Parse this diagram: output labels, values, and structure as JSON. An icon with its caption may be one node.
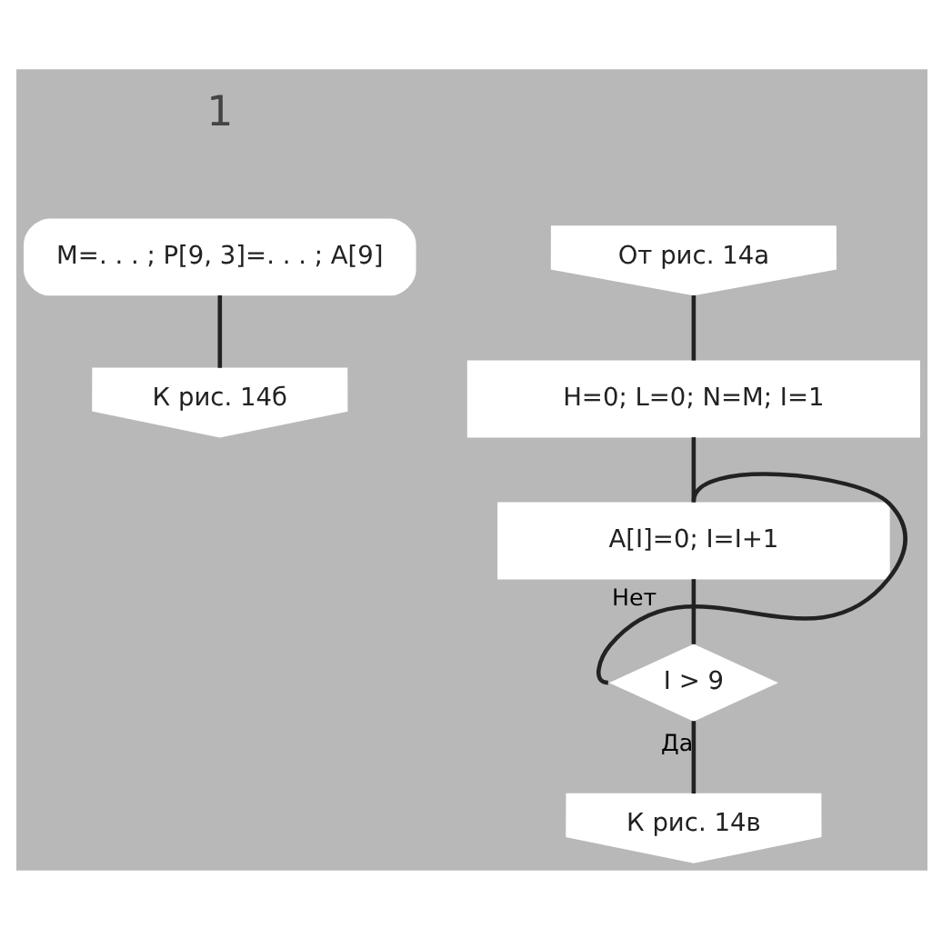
{
  "diagram": {
    "nodes": [
      {
        "text": [
          "M=. . . ; P[9, 3]=. . . ; A[9]"
        ]
      },
      {
        "text": [
          "К рис. 14б"
        ]
      },
      {
        "text": [
          "От рис. 14а"
        ]
      },
      {
        "text": [
          "H=0; L=0; N=M; I=1"
        ]
      },
      {
        "text": [
          "A[I]=0; I=I+1"
        ]
      },
      {
        "text": [
          "I > 9"
        ]
      },
      {
        "text": [
          "К рис. 14в"
        ]
      }
    ],
    "edges": [
      {
        "from": 0,
        "to": 1,
        "arrow": "none"
      },
      {
        "from": 2,
        "to": 3,
        "arrow": "none"
      },
      {
        "from": 3,
        "to": 4,
        "arrow": "none"
      },
      {
        "from": 4,
        "to": 5,
        "arrow": "none"
      },
      {
        "from": 5,
        "to": 4,
        "arrow": "none",
        "label": "Нет"
      },
      {
        "from": 5,
        "to": 6,
        "arrow": "none",
        "label": "Да"
      }
    ],
    "labels": [
      "1"
    ]
  }
}
